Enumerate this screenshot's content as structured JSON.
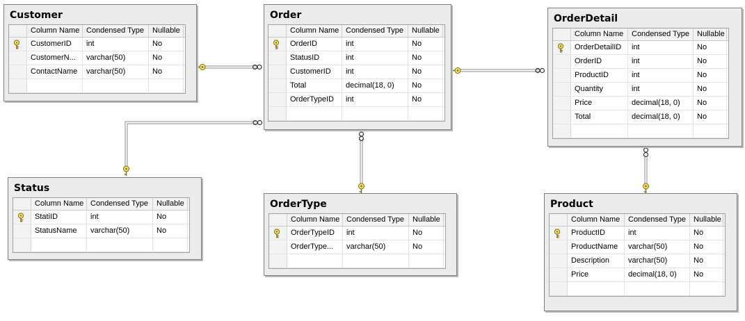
{
  "headers": {
    "name": "Column Name",
    "type": "Condensed Type",
    "nullable": "Nullable"
  },
  "tables": {
    "customer": {
      "title": "Customer",
      "rows": [
        {
          "name": "CustomerID",
          "type": "int",
          "nullable": "No",
          "key": true
        },
        {
          "name": "CustomerN...",
          "type": "varchar(50)",
          "nullable": "No"
        },
        {
          "name": "ContactName",
          "type": "varchar(50)",
          "nullable": "No"
        }
      ]
    },
    "order": {
      "title": "Order",
      "rows": [
        {
          "name": "OrderID",
          "type": "int",
          "nullable": "No",
          "key": true
        },
        {
          "name": "StatusID",
          "type": "int",
          "nullable": "No"
        },
        {
          "name": "CustomerID",
          "type": "int",
          "nullable": "No"
        },
        {
          "name": "Total",
          "type": "decimal(18, 0)",
          "nullable": "No"
        },
        {
          "name": "OrderTypeID",
          "type": "int",
          "nullable": "No"
        }
      ]
    },
    "orderdetail": {
      "title": "OrderDetail",
      "rows": [
        {
          "name": "OrderDetailID",
          "type": "int",
          "nullable": "No",
          "key": true
        },
        {
          "name": "OrderID",
          "type": "int",
          "nullable": "No"
        },
        {
          "name": "ProductID",
          "type": "int",
          "nullable": "No"
        },
        {
          "name": "Quantity",
          "type": "int",
          "nullable": "No"
        },
        {
          "name": "Price",
          "type": "decimal(18, 0)",
          "nullable": "No"
        },
        {
          "name": "Total",
          "type": "decimal(18, 0)",
          "nullable": "No"
        }
      ]
    },
    "status": {
      "title": "Status",
      "rows": [
        {
          "name": "StatiID",
          "type": "int",
          "nullable": "No",
          "key": true
        },
        {
          "name": "StatusName",
          "type": "varchar(50)",
          "nullable": "No"
        }
      ]
    },
    "ordertype": {
      "title": "OrderType",
      "rows": [
        {
          "name": "OrderTypeID",
          "type": "int",
          "nullable": "No",
          "key": true
        },
        {
          "name": "OrderType...",
          "type": "varchar(50)",
          "nullable": "No"
        }
      ]
    },
    "product": {
      "title": "Product",
      "rows": [
        {
          "name": "ProductID",
          "type": "int",
          "nullable": "No",
          "key": true
        },
        {
          "name": "ProductName",
          "type": "varchar(50)",
          "nullable": "No"
        },
        {
          "name": "Description",
          "type": "varchar(50)",
          "nullable": "No"
        },
        {
          "name": "Price",
          "type": "decimal(18, 0)",
          "nullable": "No"
        }
      ]
    }
  },
  "relationships": [
    {
      "from": "order",
      "to": "customer",
      "one_end_icon": "key-icon",
      "many_end_icon": "infinity-icon"
    },
    {
      "from": "orderdetail",
      "to": "order",
      "one_end_icon": "key-icon",
      "many_end_icon": "infinity-icon"
    },
    {
      "from": "order",
      "to": "status",
      "one_end_icon": "key-icon",
      "many_end_icon": "infinity-icon"
    },
    {
      "from": "order",
      "to": "ordertype",
      "one_end_icon": "key-icon",
      "many_end_icon": "infinity-icon"
    },
    {
      "from": "orderdetail",
      "to": "product",
      "one_end_icon": "key-icon",
      "many_end_icon": "infinity-icon"
    }
  ],
  "colors": {
    "key_fill": "#f2e26a",
    "key_stroke": "#7a6a10",
    "line": "#8c8c8c",
    "panel": "#ececec"
  }
}
